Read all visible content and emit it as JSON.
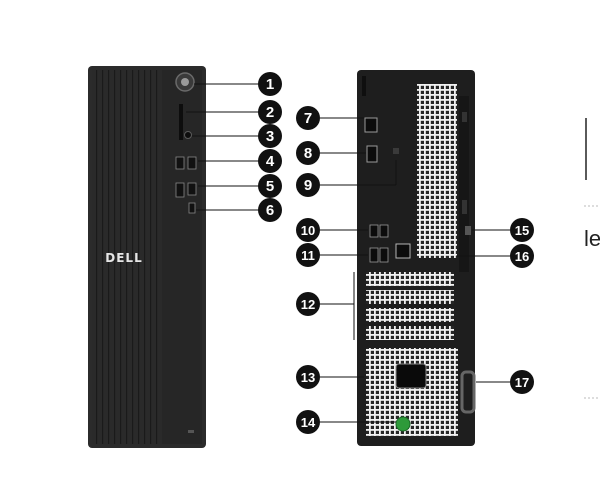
{
  "front_panel": {
    "brand_logo": "DELL"
  },
  "callouts": [
    "1",
    "2",
    "3",
    "4",
    "5",
    "6",
    "7",
    "8",
    "9",
    "10",
    "11",
    "12",
    "13",
    "14",
    "15",
    "16",
    "17"
  ],
  "right_edge_fragment": "le",
  "colors": {
    "chassis": "#2b2b2b",
    "chassis_dark": "#1c1c1c",
    "callout_fill": "#111111",
    "leader_line": "#111111",
    "psu_green": "#2e9a3a"
  }
}
